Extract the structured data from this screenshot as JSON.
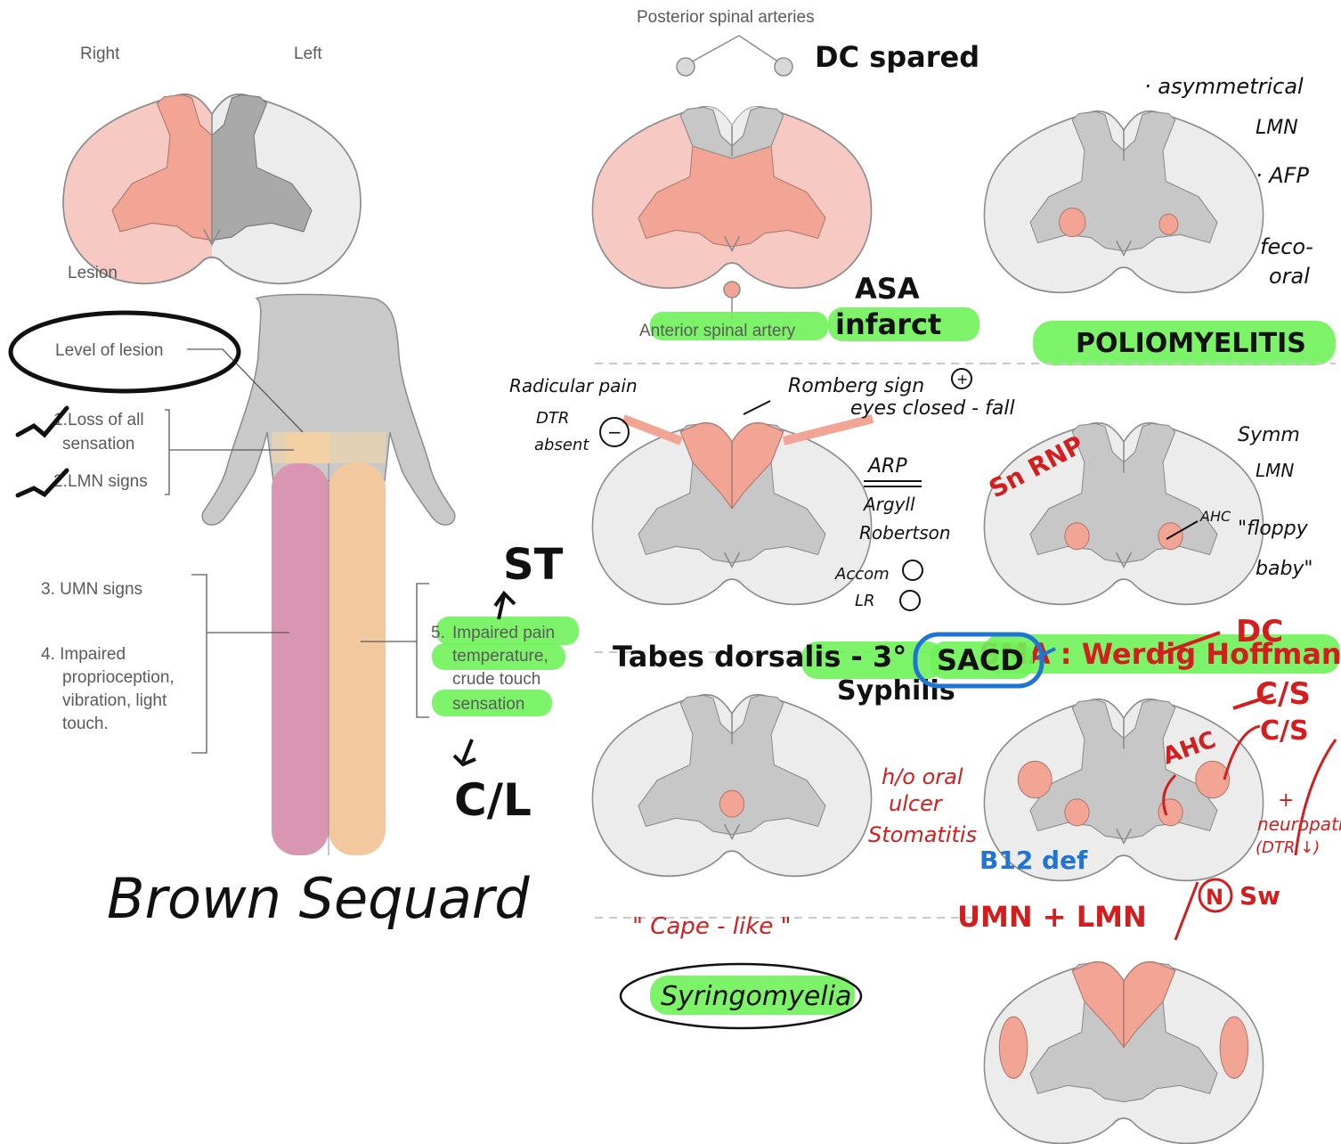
{
  "labels": {
    "right": "Right",
    "left": "Left",
    "lesion": "Lesion",
    "posterior_arteries": "Posterior spinal arteries",
    "anterior_artery": "Anterior spinal artery",
    "level_of_lesion": "Level of lesion",
    "item1a": "Loss of all",
    "item1b": "sensation",
    "item2": "LMN signs",
    "item3": "3. UMN signs",
    "item4a": "4. Impaired",
    "item4b": "proprioception,",
    "item4c": "vibration, light",
    "item4d": "touch.",
    "item5a": "Impaired pain",
    "item5b": "temperature,",
    "item5c": "crude touch",
    "item5d": "sensation",
    "num1": "1.",
    "num2": "2.",
    "num5": "5."
  },
  "notes": {
    "dc_spared": "DC spared",
    "asa": "ASA",
    "infarct": "infarct",
    "asym": "· asymmetrical",
    "lmn": "LMN",
    "afp": "· AFP",
    "feco": "feco-",
    "oral": "oral",
    "polio": "POLIOMYELITIS",
    "radicular": "Radicular pain",
    "dtr": "DTR",
    "absent": "absent",
    "romberg": "Romberg sign",
    "eyes": "eyes closed - fall",
    "arp": "ARP",
    "argyll": "Argyll",
    "robertson": "Robertson",
    "accom": "Accom",
    "lr": "LR",
    "plus": "+",
    "minus": "−",
    "sn_rnp": "Sn RNP",
    "symm": "Symm",
    "lmn2": "LMN",
    "ahc": "AHC",
    "floppy": "\"floppy",
    "baby": "baby\"",
    "st": "ST",
    "cl": "C/L",
    "tabes": "Tabes dorsalis - 3°",
    "syphilis": "Syphilis",
    "sma": "SMA : Werdig Hoffman",
    "brown": "Brown Sequard",
    "cape": "\" Cape - like \"",
    "syringo": "Syringomyelia",
    "ahc2": "AHC",
    "cs": "C/S",
    "umnlmn": "UMN + LMN",
    "n": "N",
    "sw": "Sw",
    "dc": "DC",
    "cs2": "C/S",
    "sacd": "SACD",
    "ho": "h/o oral",
    "ulcer": "ulcer",
    "stomatitis": "Stomatitis",
    "b12": "B12 def",
    "plus2": "+",
    "neuropathy": "neuropathy",
    "dtr2": "(DTR ↓)"
  },
  "colors": {
    "lesion_pink": "#f6c9c3",
    "lesion_salmon": "#f2a595",
    "grey_matter": "#c7c7c7",
    "white_matter": "#ececec",
    "highlight": "#6ff25a",
    "red_ink": "#d21e1e",
    "blue_ink": "#1f74d4",
    "leg_magenta": "#d896b2",
    "leg_orange": "#f2c89e"
  }
}
